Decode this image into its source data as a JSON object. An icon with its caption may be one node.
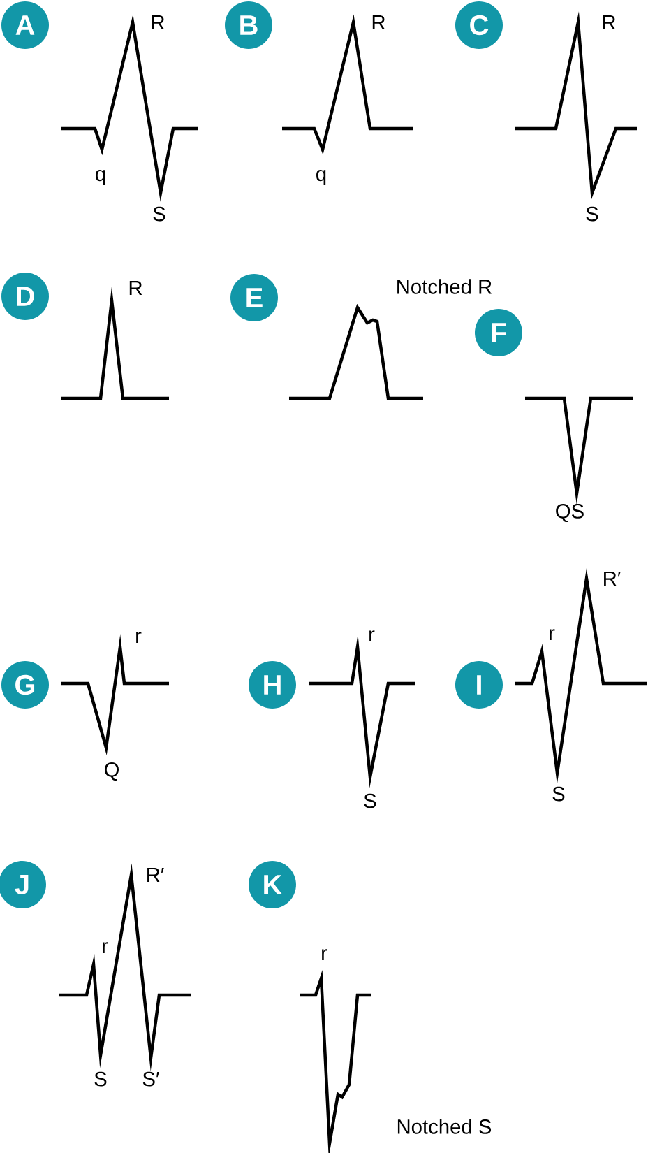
{
  "diagram": {
    "nodes": [
      {
        "text": [
          "A"
        ]
      },
      {
        "text": [
          "B"
        ]
      },
      {
        "text": [
          "C"
        ]
      },
      {
        "text": [
          "D"
        ]
      },
      {
        "text": [
          "E"
        ]
      },
      {
        "text": [
          "F"
        ]
      },
      {
        "text": [
          "G"
        ]
      },
      {
        "text": [
          "H"
        ]
      },
      {
        "text": [
          "I"
        ]
      },
      {
        "text": [
          "J"
        ]
      },
      {
        "text": [
          "K"
        ]
      }
    ],
    "labels": [
      "R",
      "R",
      "R",
      "q",
      "q",
      "S",
      "S",
      "R",
      "Notched R",
      "QS",
      "r",
      "r",
      "R′",
      "r",
      "Q",
      "S",
      "S",
      "R′",
      "r",
      "r",
      "S",
      "S′",
      "Notched S"
    ]
  }
}
